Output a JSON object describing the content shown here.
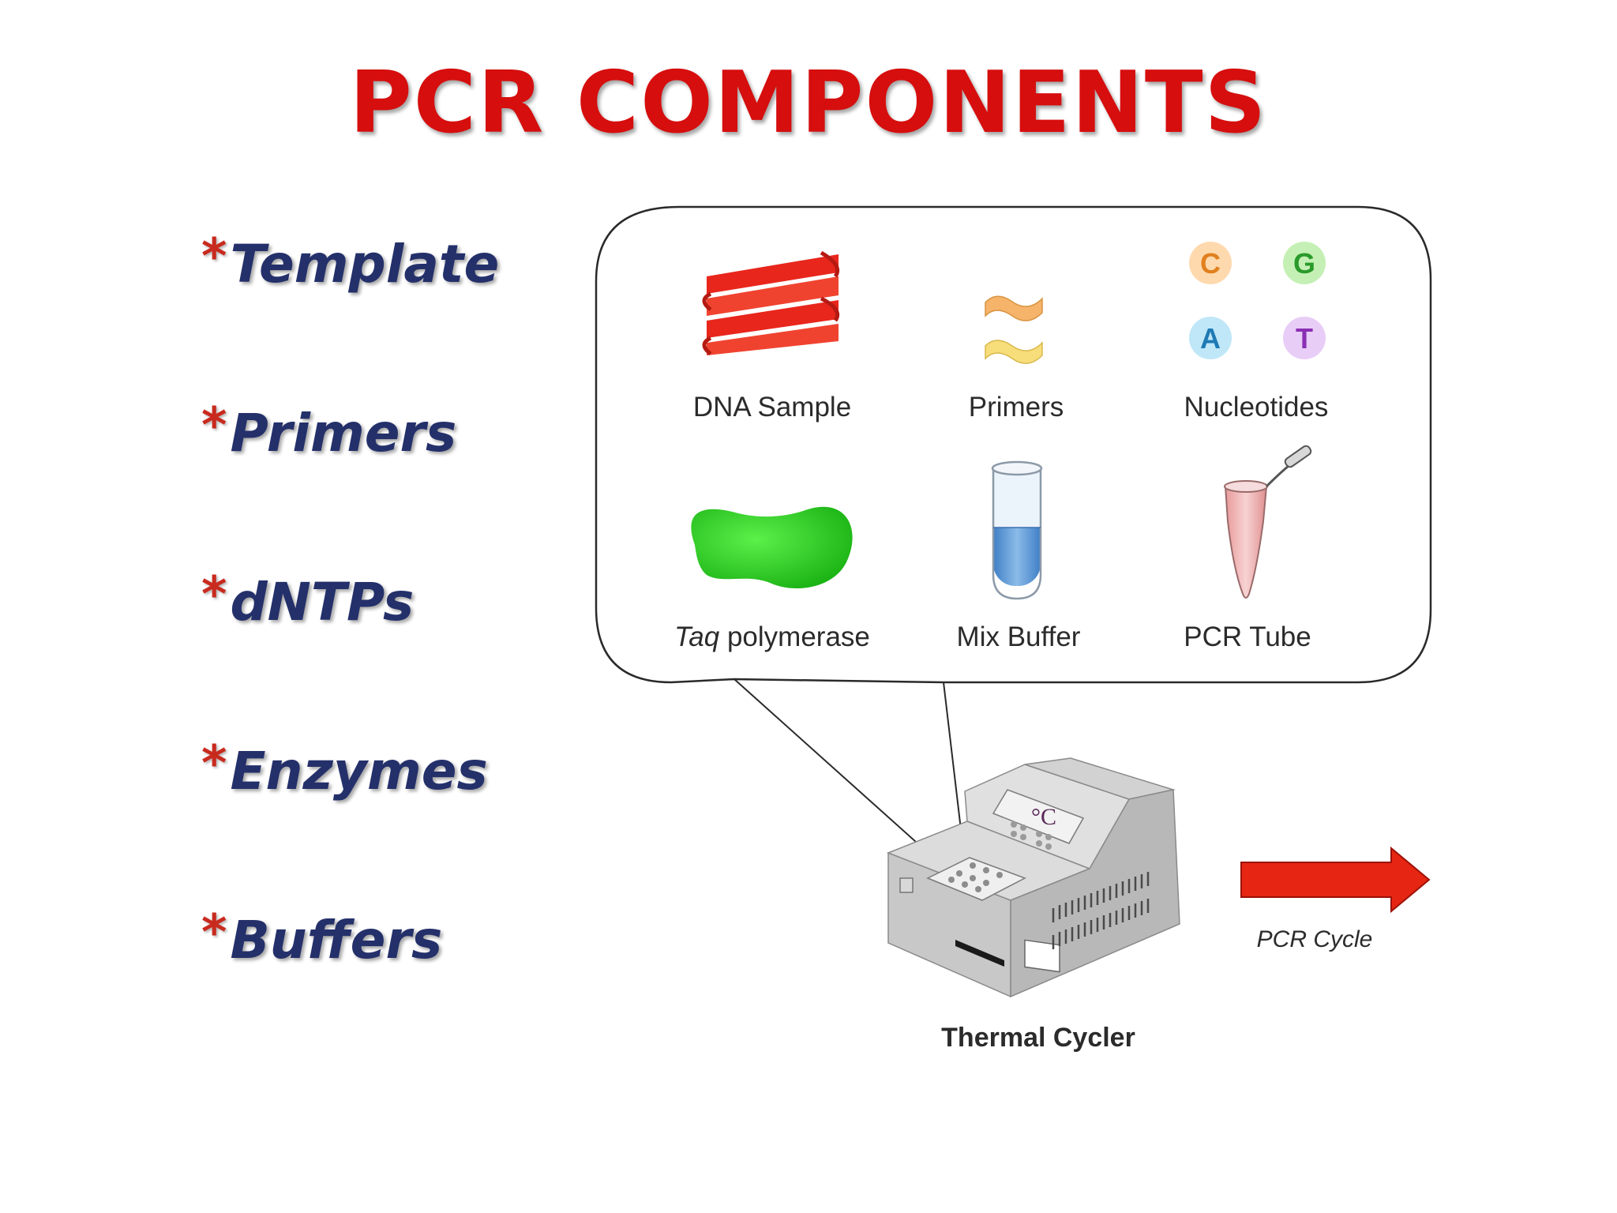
{
  "slide": {
    "title": "PCR COMPONENTS",
    "bullets": [
      {
        "marker": "*",
        "label": "Template"
      },
      {
        "marker": "*",
        "label": "Primers"
      },
      {
        "marker": "*",
        "label": "dNTPs"
      },
      {
        "marker": "*",
        "label": "Enzymes"
      },
      {
        "marker": "*",
        "label": "Buffers"
      }
    ]
  },
  "diagram": {
    "components": {
      "dna_sample": "DNA Sample",
      "primers": "Primers",
      "nucleotides": "Nucleotides",
      "taq_italic": "Taq",
      "taq_rest": " polymerase",
      "mix_buffer": "Mix Buffer",
      "pcr_tube": "PCR Tube"
    },
    "nucleotide_letters": [
      "C",
      "G",
      "A",
      "T"
    ],
    "thermal_cycler": {
      "label": "Thermal Cycler",
      "display_unit": "°C"
    },
    "arrow_label": "PCR Cycle"
  },
  "colors": {
    "title": "#d60e0e",
    "bullet_text": "#24306a",
    "bullet_marker": "#c92a1e",
    "dna": "#e8261c",
    "taq": "#22c81e",
    "buffer": "#4f8fd4",
    "tube": "#f0b6b6",
    "arrow": "#e62612",
    "nucleotide_c": "#e0801e",
    "nucleotide_g": "#2a9a2a",
    "nucleotide_a": "#1e7ab4",
    "nucleotide_t": "#8a2fb4"
  }
}
